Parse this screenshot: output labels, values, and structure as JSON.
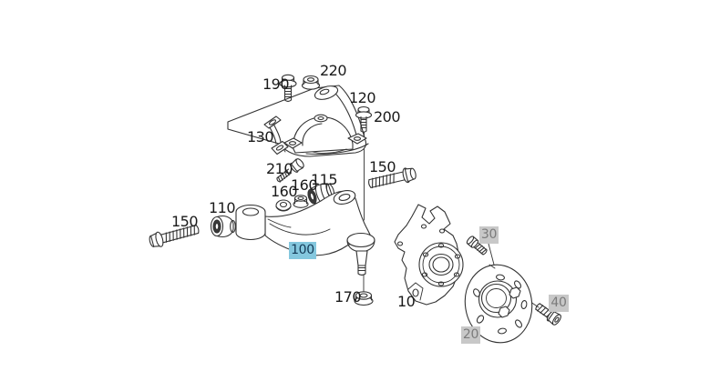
{
  "diagram": {
    "kind": "exploded-parts-diagram",
    "colors": {
      "background": "#ffffff",
      "line_art": "#333333",
      "highlight_blue_bg": "#84c7de",
      "highlight_blue_text": "#143a57",
      "highlight_gray_bg": "#c8c8c8",
      "highlight_gray_text": "#7b7b7b",
      "label_text": "#1a1a1a"
    },
    "labels": {
      "k190": {
        "text": "190",
        "highlight": "none",
        "part": "flange-bolt"
      },
      "k220": {
        "text": "220",
        "highlight": "none",
        "part": "flange-nut"
      },
      "k120": {
        "text": "120",
        "highlight": "none",
        "part": "support-bracket"
      },
      "k200": {
        "text": "200",
        "highlight": "none",
        "part": "flange-bolt"
      },
      "k130": {
        "text": "130",
        "highlight": "none",
        "part": "link"
      },
      "k210": {
        "text": "210",
        "highlight": "none",
        "part": "bolt"
      },
      "k150r": {
        "text": "150",
        "highlight": "none",
        "part": "long-bolt"
      },
      "k115": {
        "text": "115",
        "highlight": "none",
        "part": "bushing"
      },
      "k160b": {
        "text": "160",
        "highlight": "none",
        "part": "nut"
      },
      "k160a": {
        "text": "160",
        "highlight": "none",
        "part": "washer"
      },
      "k110": {
        "text": "110",
        "highlight": "none",
        "part": "bushing"
      },
      "k150l": {
        "text": "150",
        "highlight": "none",
        "part": "long-bolt"
      },
      "k100": {
        "text": "100",
        "highlight": "blue",
        "part": "lower-control-arm"
      },
      "k170": {
        "text": "170",
        "highlight": "none",
        "part": "ball-joint-nut"
      },
      "k10": {
        "text": "10",
        "highlight": "none",
        "part": "steering-knuckle"
      },
      "k30": {
        "text": "30",
        "highlight": "gray",
        "part": "wheel-stud"
      },
      "k40": {
        "text": "40",
        "highlight": "gray",
        "part": "hub-bolt"
      },
      "k20": {
        "text": "20",
        "highlight": "gray",
        "part": "wheel-hub"
      }
    }
  }
}
